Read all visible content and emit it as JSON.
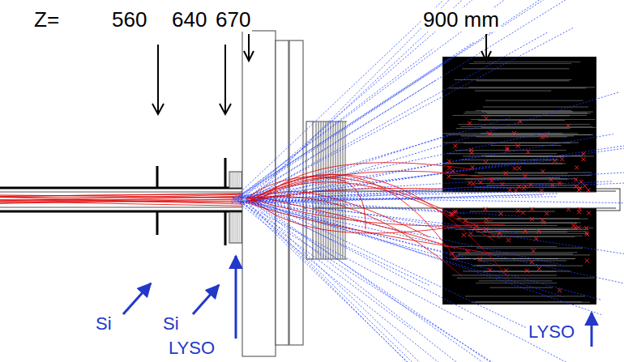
{
  "diagram": {
    "labels": [
      "Z=",
      "560",
      "640",
      "670",
      "900 mm",
      "Si",
      "Si",
      "LYSO",
      "LYSO"
    ]
  }
}
